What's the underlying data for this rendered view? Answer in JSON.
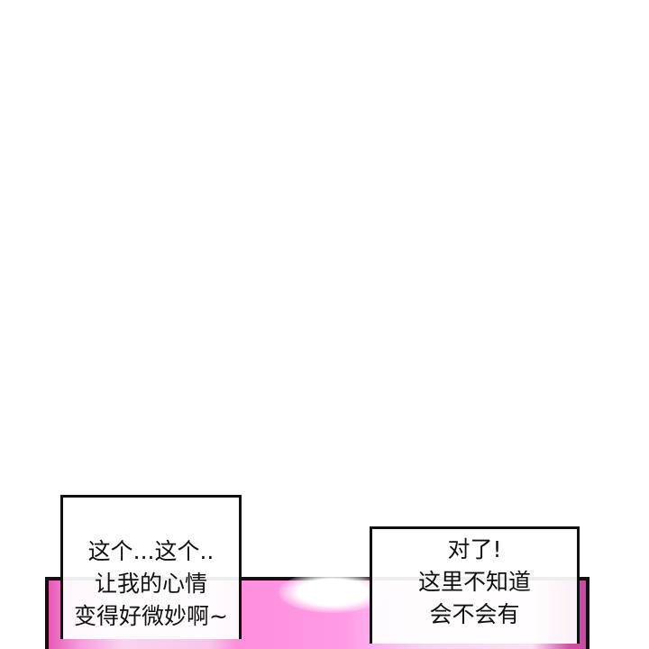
{
  "panel": {
    "colors": {
      "border": "#111111",
      "pink": "#ff9ae6",
      "magenta": "#d24fa5",
      "background": "#ffffff"
    }
  },
  "bubbles": [
    {
      "lines": [
        "这个...这个..",
        "让我的心情",
        "变得好微妙啊~"
      ]
    },
    {
      "lines": [
        "对了!",
        "这里不知道",
        "会不会有"
      ]
    }
  ]
}
